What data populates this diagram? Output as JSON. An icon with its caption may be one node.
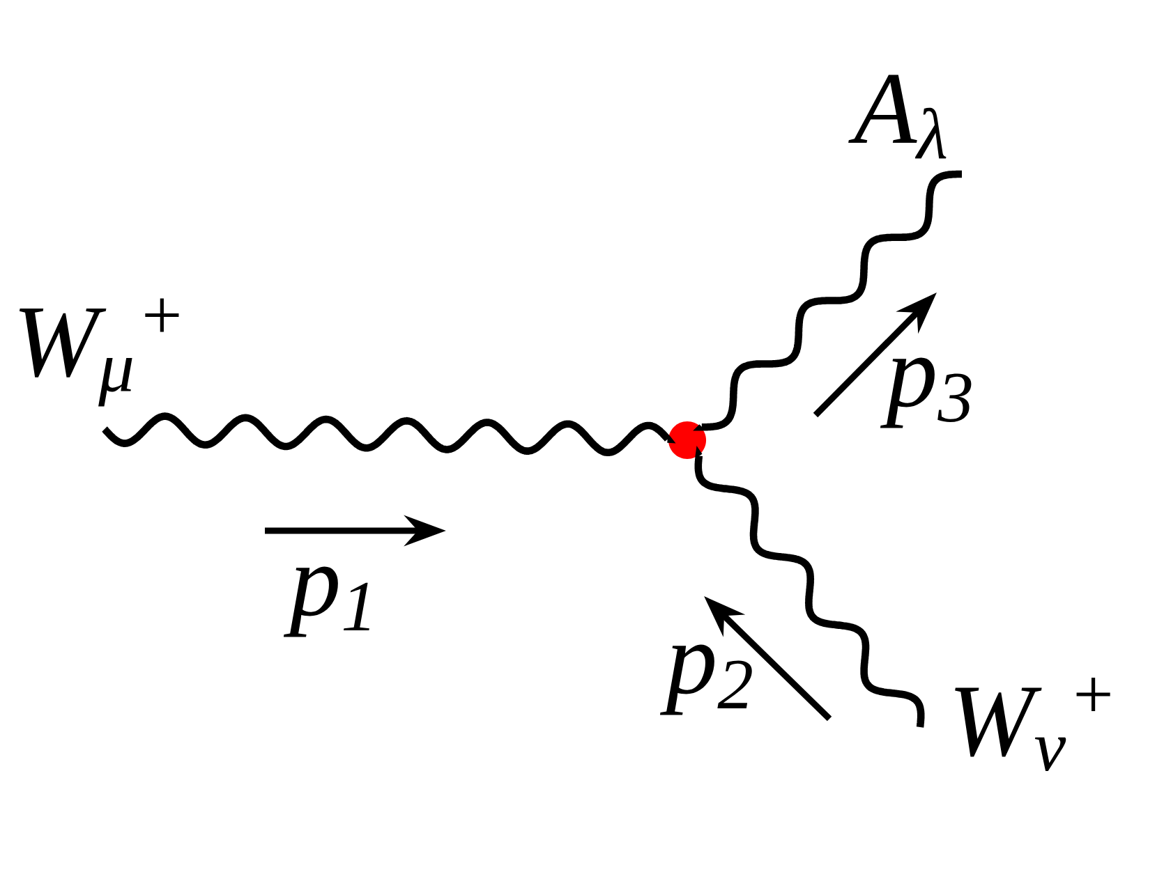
{
  "diagram": {
    "nodes": [
      {
        "text": [],
        "shape": "circle"
      },
      {
        "text": [
          "W$_{μ}$$^{+}$"
        ]
      },
      {
        "text": [
          "A$_{λ}$"
        ]
      },
      {
        "text": [
          "W$_{ν}$$^{+}$"
        ]
      }
    ],
    "edges": [
      {
        "from": 1,
        "to": 0,
        "arrow": "none"
      },
      {
        "from": 2,
        "to": 0,
        "arrow": "none"
      },
      {
        "from": 3,
        "to": 0,
        "arrow": "none"
      }
    ],
    "labels": [
      "p$_{1}$",
      "p$_{2}$",
      "p$_{3}$"
    ]
  }
}
